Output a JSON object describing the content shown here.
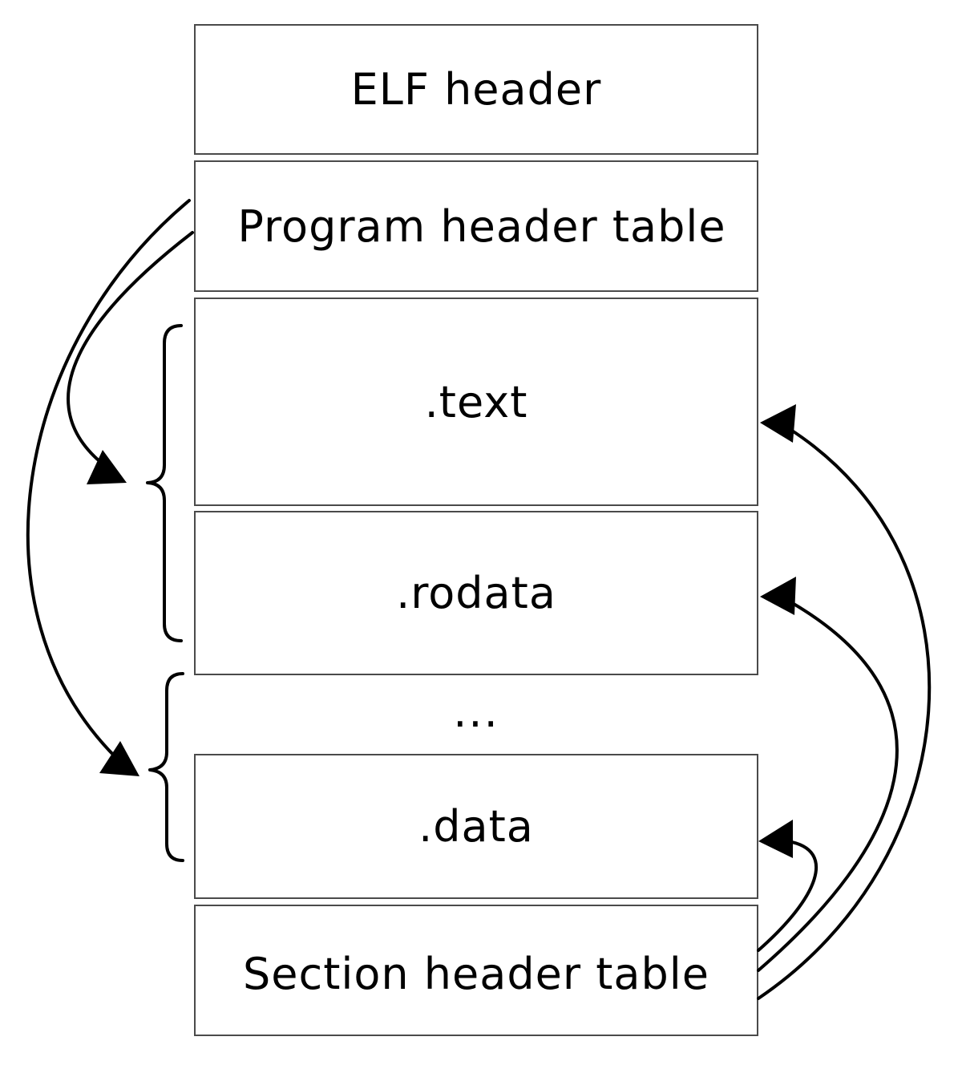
{
  "diagram": {
    "blocks": {
      "elf_header": "ELF header",
      "program_header_table": "Program header table",
      "text": ".text",
      "rodata": ".rodata",
      "ellipsis": "...",
      "data": ".data",
      "section_header_table": "Section header table"
    },
    "stroke_color": "#000000",
    "border_color": "#4a4a4a",
    "background_color": "#ffffff"
  }
}
